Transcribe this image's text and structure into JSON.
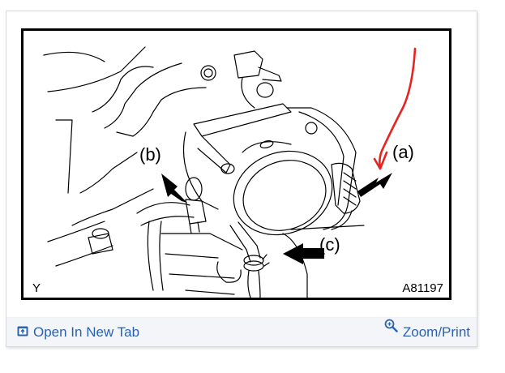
{
  "figure": {
    "callouts": {
      "a": "(a)",
      "b": "(b)",
      "c": "(c)"
    },
    "corner_left": "Y",
    "figure_id": "A81197",
    "annotation_color": "#e8221e"
  },
  "footer": {
    "open_in_new_tab": {
      "label": "Open In New Tab",
      "icon": "open-new-tab-icon"
    },
    "zoom_print": {
      "label": "Zoom/Print",
      "icon": "zoom-in-icon"
    },
    "link_color": "#2a62b0",
    "background": "#f3f5f9"
  }
}
